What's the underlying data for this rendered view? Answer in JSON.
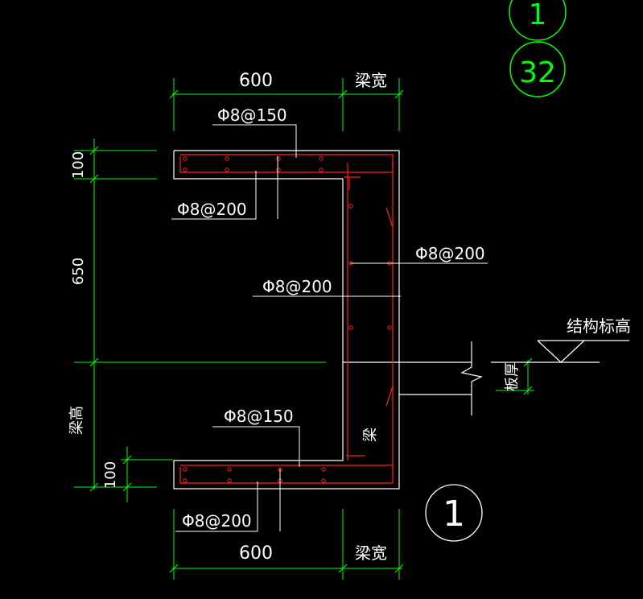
{
  "colors": {
    "background": "#000000",
    "dimension": "#00ff00",
    "outline": "#ffffff",
    "rebar": "#ff2020"
  },
  "labels": {
    "dim_top_600": "600",
    "dim_top_beam_width": "梁宽",
    "dim_bottom_600": "600",
    "dim_bottom_beam_width": "梁宽",
    "dim_left_100_top": "100",
    "dim_left_650": "650",
    "dim_left_beam_height": "梁高",
    "dim_left_100_bottom": "100",
    "rebar_top_main": "Φ8@150",
    "rebar_top_dist": "Φ8@200",
    "rebar_vertical_right": "Φ8@200",
    "rebar_vertical_left": "Φ8@200",
    "rebar_bottom_main": "Φ8@150",
    "rebar_bottom_dist": "Φ8@200",
    "elevation": "结构标高",
    "slab_thickness": "板厚",
    "beam": "梁",
    "section_no": "1",
    "ref_top": "1",
    "ref_bottom": "32"
  }
}
